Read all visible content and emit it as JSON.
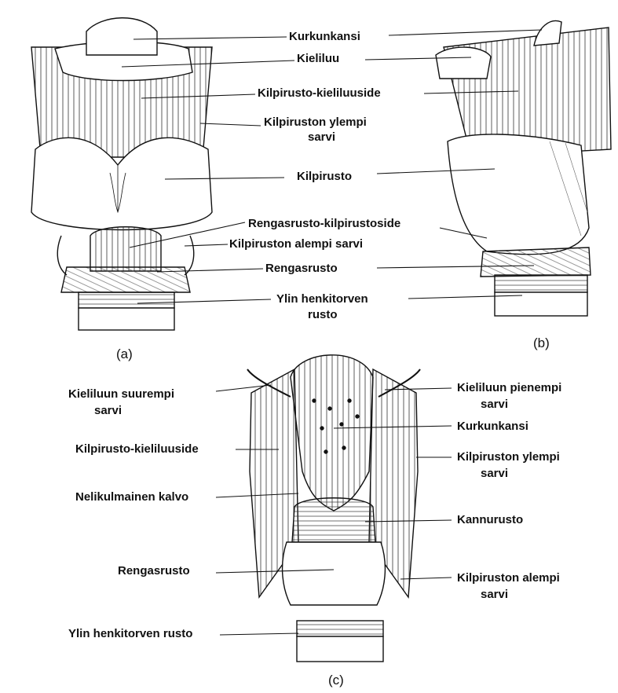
{
  "panel_a": {
    "caption": "(a)",
    "labels": {
      "kurkunkansi": "Kurkunkansi",
      "kieliluu": "Kieliluu",
      "kilpirusto_kieliluuside": "Kilpirusto-kieliluuside",
      "kilpiruston_ylempi_sarvi_1": "Kilpiruston ylempi",
      "kilpiruston_ylempi_sarvi_2": "sarvi",
      "kilpirusto": "Kilpirusto",
      "rengasrusto_kilpirustoside": "Rengasrusto-kilpirustoside",
      "kilpiruston_alempi_sarvi": "Kilpiruston alempi sarvi",
      "rengasrusto": "Rengasrusto",
      "ylin_henkitorven_rusto_1": "Ylin henkitorven",
      "ylin_henkitorven_rusto_2": "rusto"
    }
  },
  "panel_b": {
    "caption": "(b)"
  },
  "panel_c": {
    "caption": "(c)",
    "labels": {
      "kieliluun_suurempi_sarvi_1": "Kieliluun suurempi",
      "kieliluun_suurempi_sarvi_2": "sarvi",
      "kilpirusto_kieliluuside": "Kilpirusto-kieliluuside",
      "nelikulmainen_kalvo": "Nelikulmainen kalvo",
      "rengasrusto": "Rengasrusto",
      "ylin_henkitorven_rusto": "Ylin henkitorven rusto",
      "kieliluun_pienempi_sarvi_1": "Kieliluun pienempi",
      "kieliluun_pienempi_sarvi_2": "sarvi",
      "kurkunkansi": "Kurkunkansi",
      "kilpiruston_ylempi_sarvi_1": "Kilpiruston ylempi",
      "kilpiruston_ylempi_sarvi_2": "sarvi",
      "kannurusto": "Kannurusto",
      "kilpiruston_alempi_sarvi_1": "Kilpiruston alempi",
      "kilpiruston_alempi_sarvi_2": "sarvi"
    }
  },
  "colors": {
    "ink": "#111111",
    "background": "#ffffff"
  }
}
